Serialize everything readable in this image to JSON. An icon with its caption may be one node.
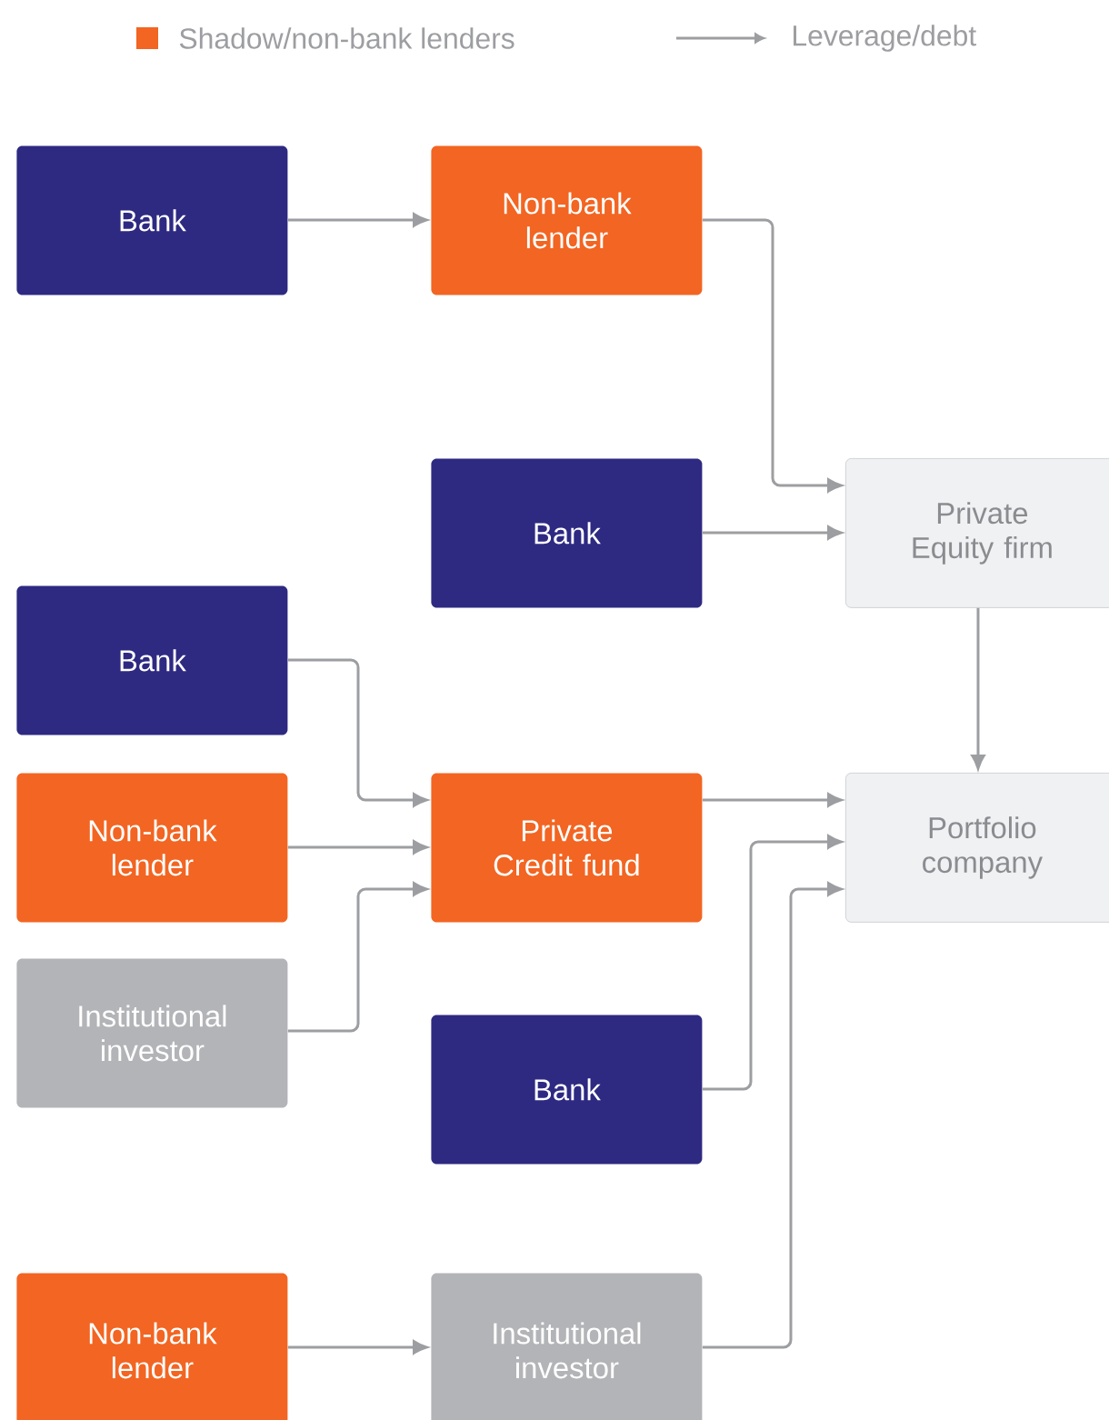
{
  "diagram": {
    "nodes": [
      {
        "text": [
          "Bank"
        ]
      },
      {
        "text": [
          "Non-bank lender"
        ]
      },
      {
        "text": [
          "Bank"
        ]
      },
      {
        "text": [
          "Private Equity firm"
        ]
      },
      {
        "text": [
          "Bank"
        ]
      },
      {
        "text": [
          "Non-bank lender"
        ]
      },
      {
        "text": [
          "Private Credit fund"
        ]
      },
      {
        "text": [
          "Portfolio company"
        ]
      },
      {
        "text": [
          "Institutional investor"
        ]
      },
      {
        "text": [
          "Bank"
        ]
      },
      {
        "text": [
          "Non-bank lender"
        ]
      },
      {
        "text": [
          "Institutional investor"
        ]
      }
    ],
    "edges": [
      {
        "from": 0,
        "to": 1,
        "arrow": "to"
      },
      {
        "from": 1,
        "to": 3,
        "arrow": "to"
      },
      {
        "from": 2,
        "to": 3,
        "arrow": "to"
      },
      {
        "from": 3,
        "to": 7,
        "arrow": "to"
      },
      {
        "from": 4,
        "to": 6,
        "arrow": "to"
      },
      {
        "from": 5,
        "to": 6,
        "arrow": "to"
      },
      {
        "from": 8,
        "to": 6,
        "arrow": "to"
      },
      {
        "from": 6,
        "to": 7,
        "arrow": "to"
      },
      {
        "from": 9,
        "to": 7,
        "arrow": "to"
      },
      {
        "from": 10,
        "to": 11,
        "arrow": "to"
      },
      {
        "from": 11,
        "to": 7,
        "arrow": "to"
      }
    ],
    "legend": [
      {
        "text": "Shadow/non-bank lenders",
        "color": "#f26522"
      },
      {
        "text": "Leverage/debt"
      }
    ]
  }
}
